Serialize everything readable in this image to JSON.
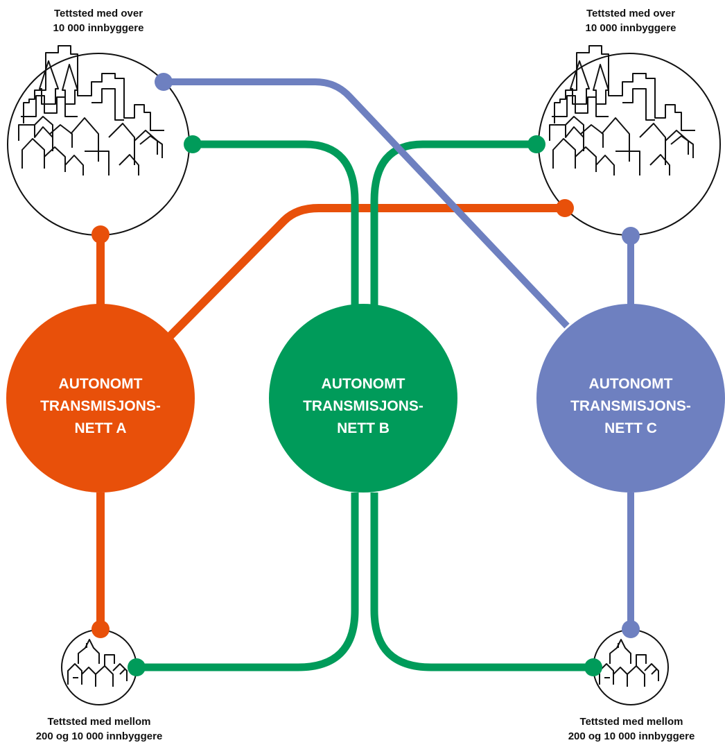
{
  "captions": {
    "top_left": [
      "Tettsted med over",
      "10 000 innbyggere"
    ],
    "top_right": [
      "Tettsted med over",
      "10 000 innbyggere"
    ],
    "bottom_left": [
      "Tettsted med mellom",
      "200 og 10 000 innbyggere"
    ],
    "bottom_right": [
      "Tettsted med mellom",
      "200 og 10 000 innbyggere"
    ]
  },
  "networks": [
    {
      "id": "A",
      "lines": [
        "AUTONOMT",
        "TRANSMISJONS-",
        "NETT A"
      ],
      "color": "#E8500A"
    },
    {
      "id": "B",
      "lines": [
        "AUTONOMT",
        "TRANSMISJONS-",
        "NETT B"
      ],
      "color": "#009B5A"
    },
    {
      "id": "C",
      "lines": [
        "AUTONOMT",
        "TRANSMISJONS-",
        "NETT C"
      ],
      "color": "#6E80C0"
    }
  ],
  "colors": {
    "a": "#E8500A",
    "b": "#009B5A",
    "c": "#6E80C0",
    "outline": "#111111"
  },
  "icons": {
    "large_town": "city-skyline-icon",
    "small_town": "small-town-icon"
  }
}
